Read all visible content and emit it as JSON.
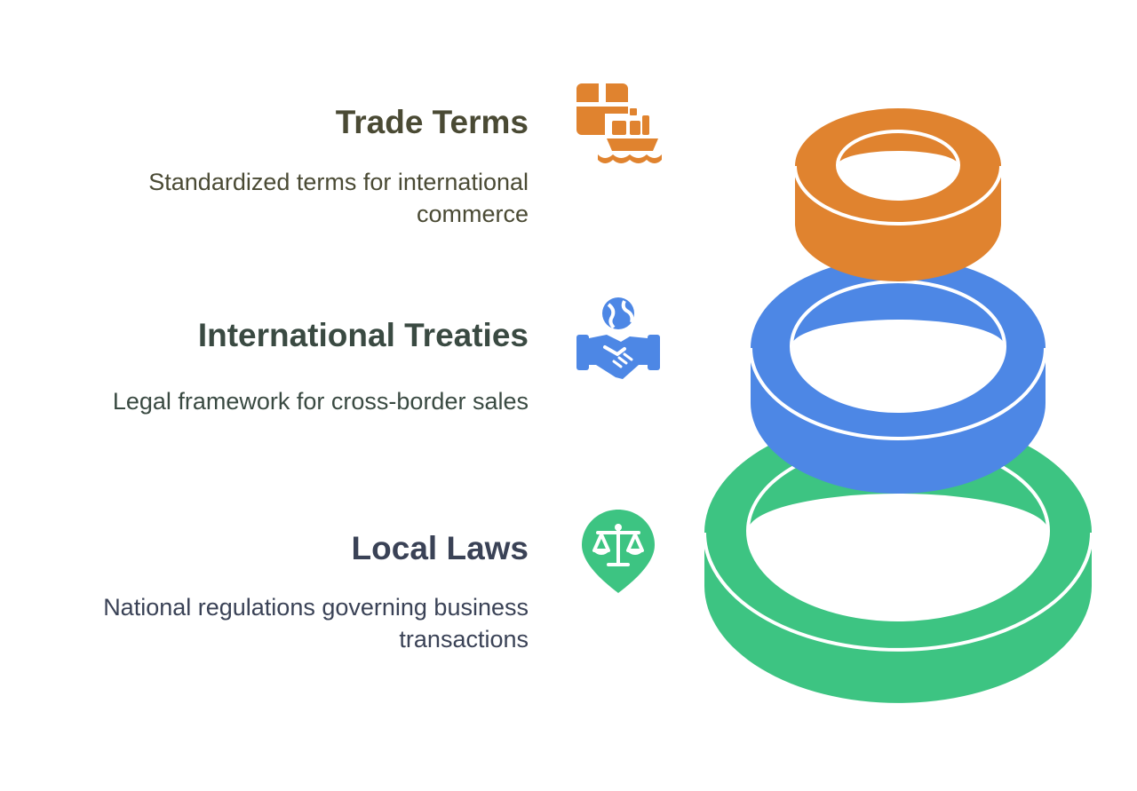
{
  "layers": [
    {
      "key": "trade",
      "title": "Trade Terms",
      "description": "Standardized terms for international commerce",
      "color": "#E0832F",
      "icon": "cargo-ship-icon"
    },
    {
      "key": "treaties",
      "title": "International Treaties",
      "description": "Legal framework for cross-border sales",
      "color": "#4D87E5",
      "icon": "globe-handshake-icon"
    },
    {
      "key": "local",
      "title": "Local Laws",
      "description": "National regulations governing business transactions",
      "color": "#3DC482",
      "icon": "scales-pin-icon"
    }
  ]
}
